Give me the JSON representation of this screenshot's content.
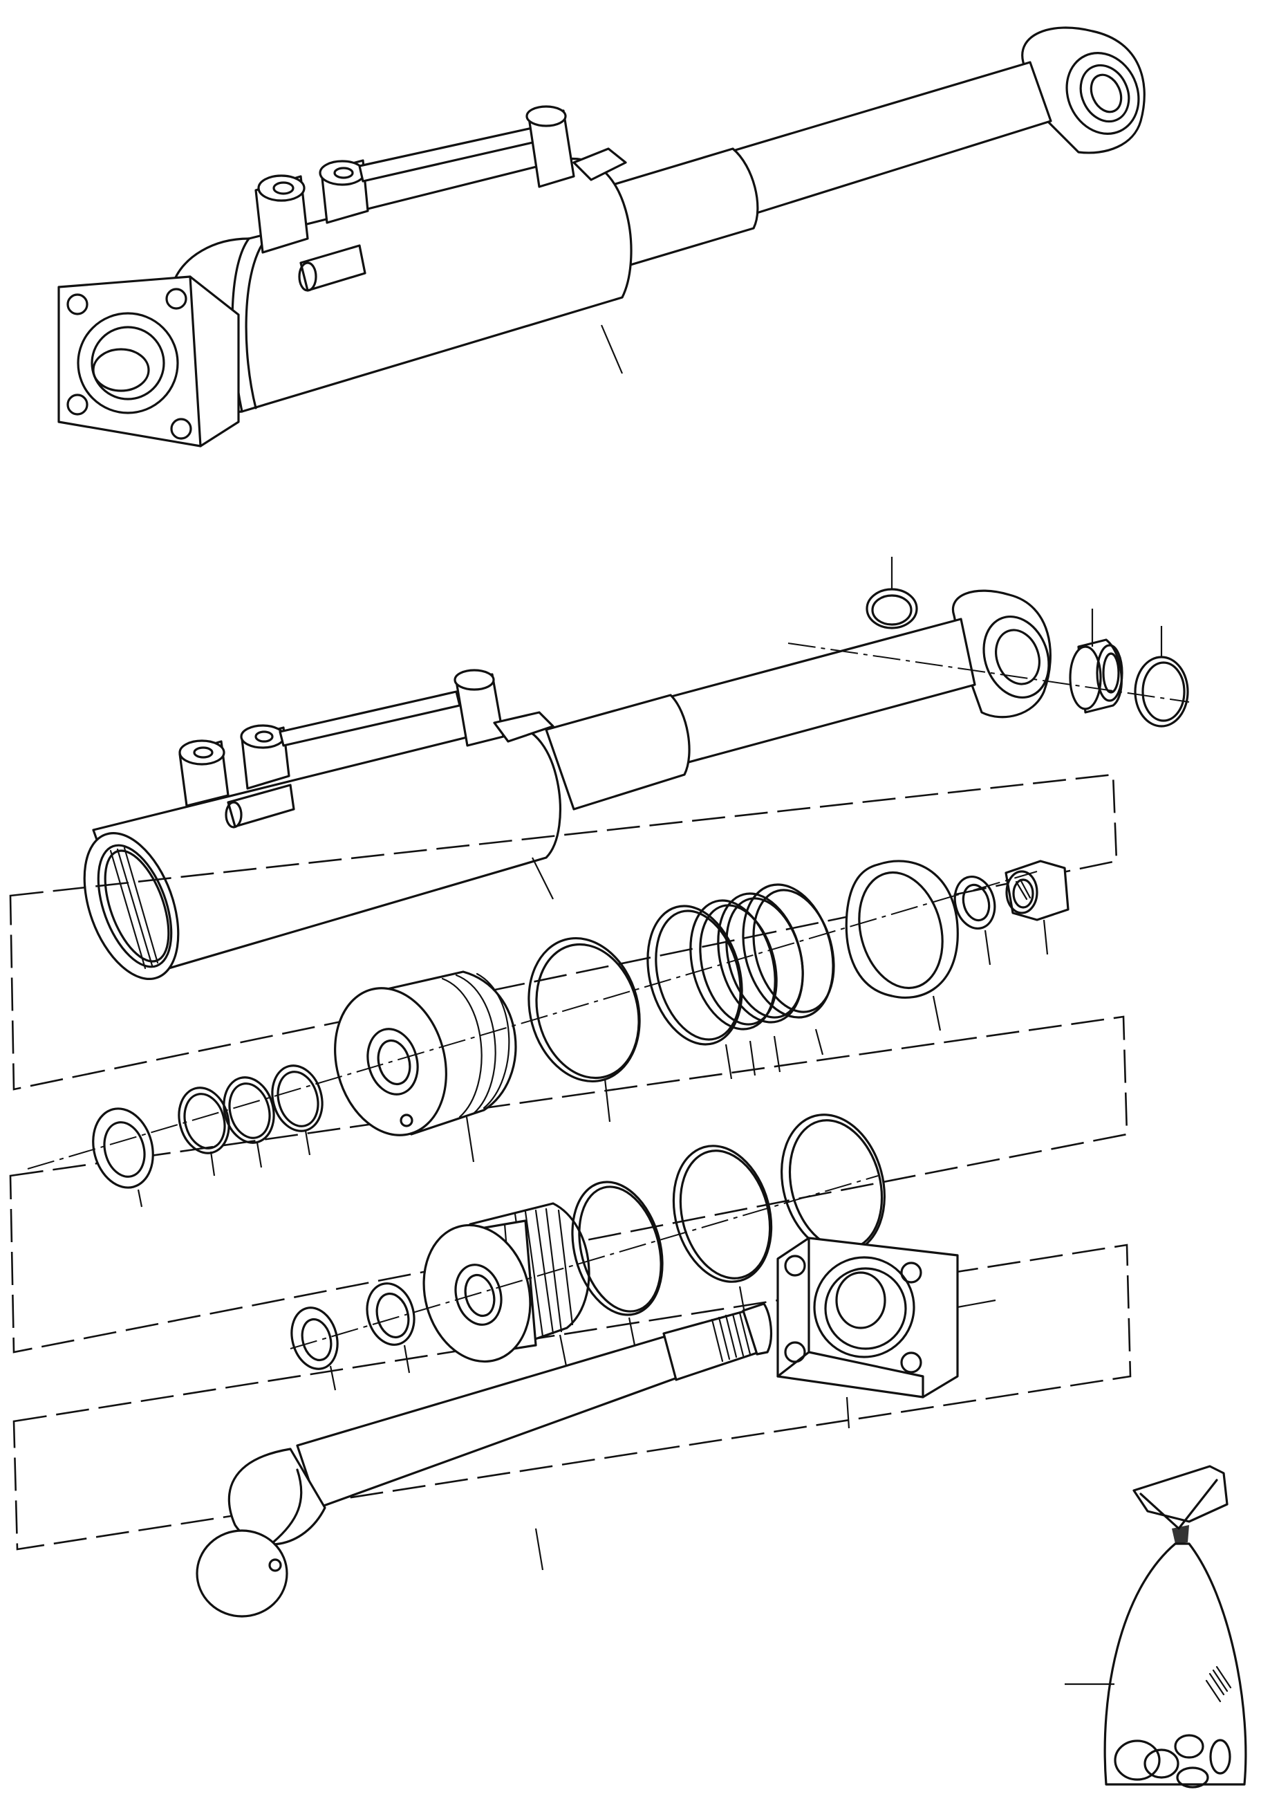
{
  "diagram": {
    "kind": "exploded-parts-view",
    "subject": "hydraulic-cylinder",
    "callout_labels": [],
    "parts": [
      {
        "id": "assembled-cylinder",
        "icon": "hydraulic-cylinder-icon"
      },
      {
        "id": "cylinder-tube-with-rod",
        "icon": "cylinder-tube-icon"
      },
      {
        "id": "rod-eye-ring",
        "icon": "ring-icon"
      },
      {
        "id": "rod-eye-bushing",
        "icon": "bushing-icon"
      },
      {
        "id": "rod-eye-snap-ring",
        "icon": "snap-ring-icon"
      },
      {
        "id": "piston",
        "icon": "piston-icon"
      },
      {
        "id": "guide-ring",
        "icon": "ring-icon"
      },
      {
        "id": "seal-stack",
        "icon": "seal-icon"
      },
      {
        "id": "wear-ring",
        "icon": "ring-icon"
      },
      {
        "id": "small-washer",
        "icon": "washer-icon"
      },
      {
        "id": "lock-nut",
        "icon": "nut-icon"
      },
      {
        "id": "wiper",
        "icon": "wiper-icon"
      },
      {
        "id": "o-rings",
        "icon": "o-ring-icon"
      },
      {
        "id": "cylinder-head",
        "icon": "cylinder-head-icon"
      },
      {
        "id": "head-o-rings",
        "icon": "o-ring-icon"
      },
      {
        "id": "rod-seal",
        "icon": "seal-icon"
      },
      {
        "id": "bushing",
        "icon": "bushing-icon"
      },
      {
        "id": "piston-rod",
        "icon": "piston-rod-icon"
      },
      {
        "id": "flange",
        "icon": "flange-icon"
      },
      {
        "id": "seal-kit-bag",
        "icon": "bag-icon"
      }
    ]
  }
}
